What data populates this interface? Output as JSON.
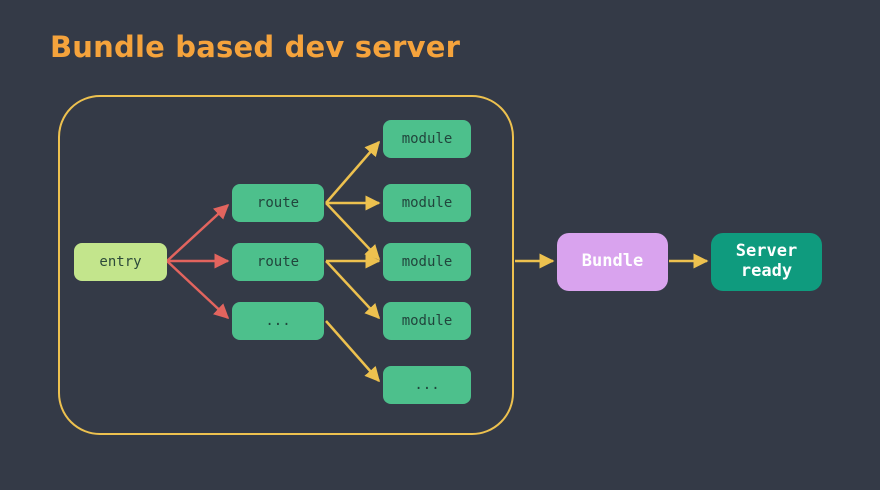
{
  "diagram": {
    "title": "Bundle based dev server",
    "background_color": "#343a47",
    "title_color": "#f5a33c",
    "container_border_color": "#edc14f",
    "colors": {
      "entry": "#c3e58c",
      "node_green": "#4dc08c",
      "bundle_purple": "#d9a3ee",
      "server_teal": "#0f9b7e",
      "arrow_red": "#e2645e",
      "arrow_yellow": "#edc14f"
    },
    "nodes": {
      "entry": {
        "label": "entry"
      },
      "routes": [
        {
          "label": "route"
        },
        {
          "label": "route"
        },
        {
          "label": "..."
        }
      ],
      "modules": [
        {
          "label": "module"
        },
        {
          "label": "module"
        },
        {
          "label": "module"
        },
        {
          "label": "module"
        },
        {
          "label": "..."
        }
      ],
      "bundle": {
        "label": "Bundle"
      },
      "server": {
        "label": "Server\nready"
      }
    },
    "edges": [
      {
        "from": "entry",
        "to": "route-1",
        "color": "#e2645e"
      },
      {
        "from": "entry",
        "to": "route-2",
        "color": "#e2645e"
      },
      {
        "from": "entry",
        "to": "route-3",
        "color": "#e2645e"
      },
      {
        "from": "route-1",
        "to": "module-1",
        "color": "#edc14f"
      },
      {
        "from": "route-1",
        "to": "module-2",
        "color": "#edc14f"
      },
      {
        "from": "route-1",
        "to": "module-3",
        "color": "#edc14f"
      },
      {
        "from": "route-2",
        "to": "module-3",
        "color": "#edc14f"
      },
      {
        "from": "route-2",
        "to": "module-4",
        "color": "#edc14f"
      },
      {
        "from": "route-3",
        "to": "module-5",
        "color": "#edc14f"
      },
      {
        "from": "graph-container",
        "to": "bundle",
        "color": "#edc14f"
      },
      {
        "from": "bundle",
        "to": "server",
        "color": "#edc14f"
      }
    ]
  }
}
